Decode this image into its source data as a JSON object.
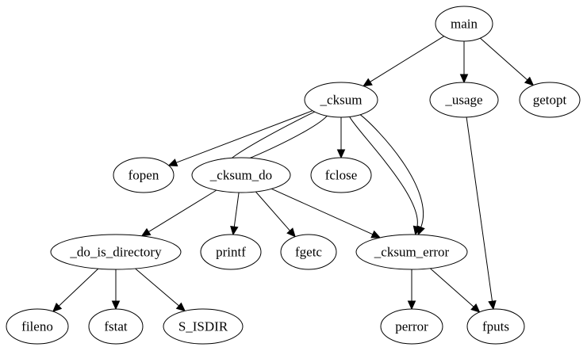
{
  "graph": {
    "type": "call-graph",
    "nodes": [
      {
        "id": "main",
        "label": "main"
      },
      {
        "id": "_cksum",
        "label": "_cksum"
      },
      {
        "id": "_usage",
        "label": "_usage"
      },
      {
        "id": "getopt",
        "label": "getopt"
      },
      {
        "id": "fopen",
        "label": "fopen"
      },
      {
        "id": "_cksum_do",
        "label": "_cksum_do"
      },
      {
        "id": "fclose",
        "label": "fclose"
      },
      {
        "id": "_do_is_directory",
        "label": "_do_is_directory"
      },
      {
        "id": "printf",
        "label": "printf"
      },
      {
        "id": "fgetc",
        "label": "fgetc"
      },
      {
        "id": "_cksum_error",
        "label": "_cksum_error"
      },
      {
        "id": "fileno",
        "label": "fileno"
      },
      {
        "id": "fstat",
        "label": "fstat"
      },
      {
        "id": "S_ISDIR",
        "label": "S_ISDIR"
      },
      {
        "id": "perror",
        "label": "perror"
      },
      {
        "id": "fputs",
        "label": "fputs"
      }
    ],
    "edges": [
      {
        "from": "main",
        "to": "_cksum"
      },
      {
        "from": "main",
        "to": "_usage"
      },
      {
        "from": "main",
        "to": "getopt"
      },
      {
        "from": "_cksum",
        "to": "fopen"
      },
      {
        "from": "_cksum",
        "to": "_cksum_do"
      },
      {
        "from": "_cksum",
        "to": "_cksum_do"
      },
      {
        "from": "_cksum",
        "to": "fclose"
      },
      {
        "from": "_cksum",
        "to": "_cksum_error"
      },
      {
        "from": "_cksum",
        "to": "_cksum_error"
      },
      {
        "from": "_usage",
        "to": "fputs"
      },
      {
        "from": "_cksum_do",
        "to": "_do_is_directory"
      },
      {
        "from": "_cksum_do",
        "to": "printf"
      },
      {
        "from": "_cksum_do",
        "to": "fgetc"
      },
      {
        "from": "_cksum_do",
        "to": "_cksum_error"
      },
      {
        "from": "_do_is_directory",
        "to": "fileno"
      },
      {
        "from": "_do_is_directory",
        "to": "fstat"
      },
      {
        "from": "_do_is_directory",
        "to": "S_ISDIR"
      },
      {
        "from": "_cksum_error",
        "to": "perror"
      },
      {
        "from": "_cksum_error",
        "to": "fputs"
      }
    ]
  }
}
